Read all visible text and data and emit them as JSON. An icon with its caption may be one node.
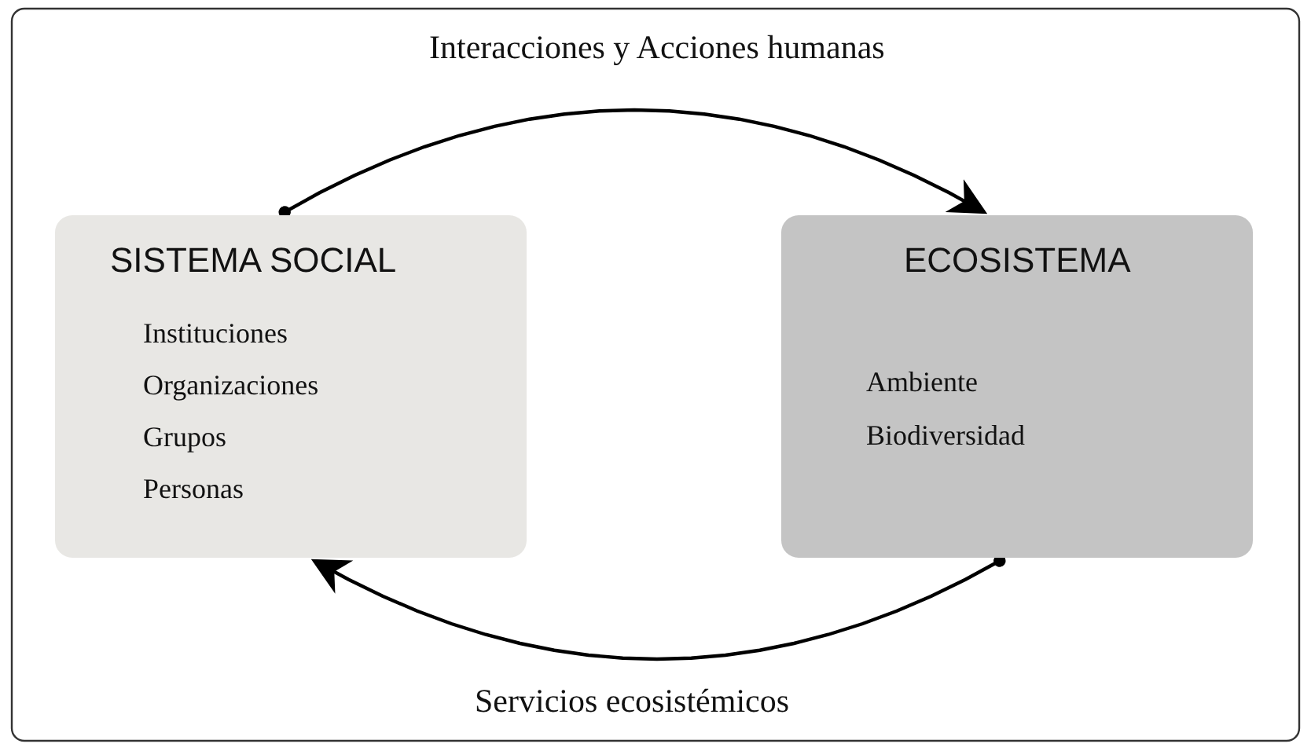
{
  "diagram": {
    "nodes": [
      {
        "text": [
          "SISTEMA SOCIAL",
          "Instituciones",
          "Organizaciones",
          "Grupos",
          "Personas"
        ]
      },
      {
        "text": [
          "ECOSISTEMA",
          "Ambiente",
          "Biodiversidad"
        ]
      }
    ],
    "edges": [
      {
        "from": 0,
        "to": 1,
        "arrow": "to",
        "label": "Interacciones y Acciones humanas"
      },
      {
        "from": 1,
        "to": 0,
        "arrow": "to",
        "label": "Servicios ecosistémicos"
      }
    ]
  }
}
